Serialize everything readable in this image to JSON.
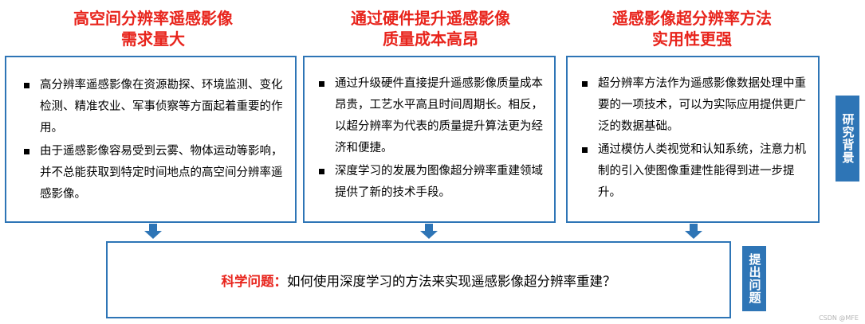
{
  "columns": [
    {
      "title_lines": [
        "高空间分辨率遥感影像",
        "需求量大"
      ],
      "bullets": [
        "高分辨率遥感影像在资源勘探、环境监测、变化检测、精准农业、军事侦察等方面起着重要的作用。",
        "由于遥感影像容易受到云雾、物体运动等影响，并不总能获取到特定时间地点的高空间分辨率遥感影像。"
      ]
    },
    {
      "title_lines": [
        "通过硬件提升遥感影像",
        "质量成本高昂"
      ],
      "bullets": [
        "通过升级硬件直接提升遥感影像质量成本昂贵，工艺水平高且时间周期长。相反，以超分辨率为代表的质量提升算法更为经济和便捷。",
        "深度学习的发展为图像超分辨率重建领域提供了新的技术手段。"
      ]
    },
    {
      "title_lines": [
        "遥感影像超分辨率方法",
        "实用性更强"
      ],
      "bullets": [
        "超分辨率方法作为遥感影像数据处理中重要的一项技术，可以为实际应用提供更广泛的数据基础。",
        "通过模仿人类视觉和认知系统，注意力机制的引入使图像重建性能得到进一步提升。"
      ]
    }
  ],
  "side_labels": {
    "research_background": "研究背景",
    "raise_problem": "提出问题"
  },
  "question": {
    "label": "科学问题：",
    "text": "如何使用深度学习的方法来实现遥感影像超分辨率重建？"
  },
  "watermark": "CSDN @MFE",
  "colors": {
    "accent_blue": "#2e75b6",
    "title_red": "#e8241c"
  }
}
